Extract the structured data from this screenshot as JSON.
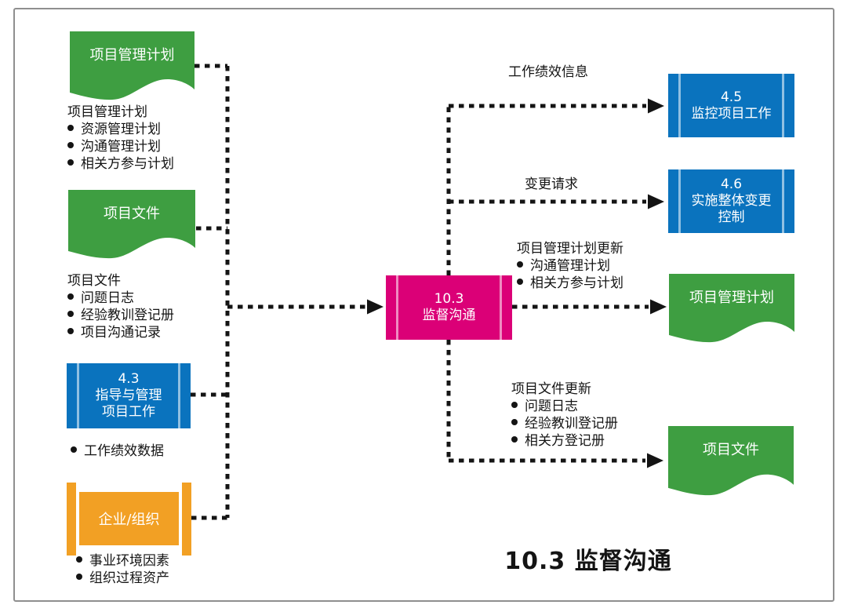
{
  "title": "10.3 监督沟通",
  "colors": {
    "green": "#3E9E41",
    "blue": "#0A73BE",
    "magenta": "#DB0077",
    "orange": "#F2A024",
    "line": "#141414"
  },
  "nodes": {
    "pmp_left": {
      "label": "项目管理计划"
    },
    "docs_left": {
      "label": "项目文件"
    },
    "direct_manage": {
      "number": "4.3",
      "name_line1": "指导与管理",
      "name_line2": "项目工作"
    },
    "enterprise": {
      "label": "企业/组织"
    },
    "monitor_comms": {
      "number": "10.3",
      "name": "监督沟通"
    },
    "monitor_work": {
      "number": "4.5",
      "name": "监控项目工作"
    },
    "perform_icc": {
      "number": "4.6",
      "name_line1": "实施整体变更",
      "name_line2": "控制"
    },
    "pmp_right": {
      "label": "项目管理计划"
    },
    "docs_right": {
      "label": "项目文件"
    }
  },
  "input_lists": {
    "pmp": {
      "title": "项目管理计划",
      "items": [
        "资源管理计划",
        "沟通管理计划",
        "相关方参与计划"
      ]
    },
    "docs": {
      "title": "项目文件",
      "items": [
        "问题日志",
        "经验教训登记册",
        "项目沟通记录"
      ]
    },
    "work_data": {
      "items": [
        "工作绩效数据"
      ]
    },
    "enterprise": {
      "items": [
        "事业环境因素",
        "组织过程资产"
      ]
    }
  },
  "output_labels": {
    "work_info": "工作绩效信息",
    "change_requests": "变更请求",
    "pmp_updates": {
      "title": "项目管理计划更新",
      "items": [
        "沟通管理计划",
        "相关方参与计划"
      ]
    },
    "doc_updates": {
      "title": "项目文件更新",
      "items": [
        "问题日志",
        "经验教训登记册",
        "相关方登记册"
      ]
    }
  }
}
